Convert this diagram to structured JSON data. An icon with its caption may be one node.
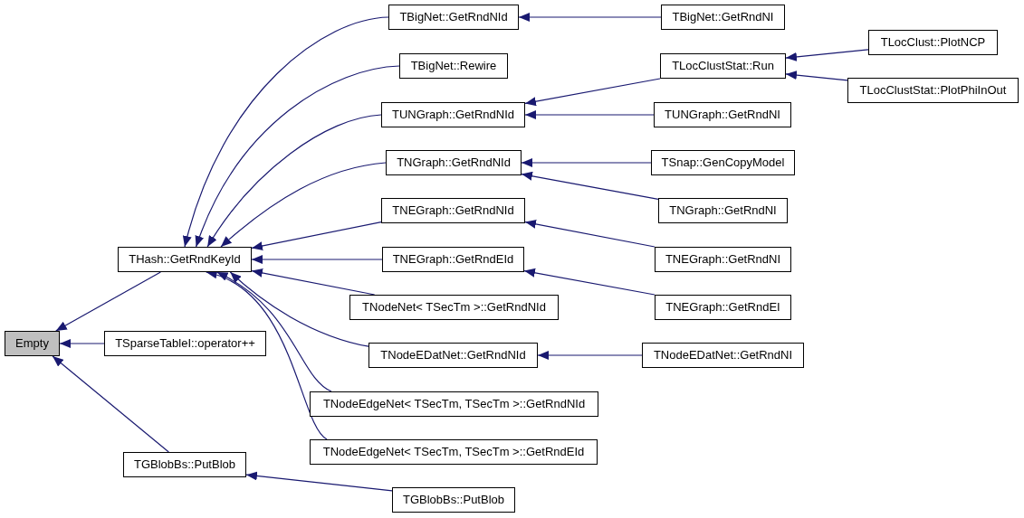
{
  "diagram": {
    "nodes": [
      {
        "text": [
          "Empty"
        ]
      },
      {
        "text": [
          "THash::GetRndKeyId"
        ]
      },
      {
        "text": [
          "TSparseTableI::operator++"
        ]
      },
      {
        "text": [
          "TGBlobBs::PutBlob"
        ]
      },
      {
        "text": [
          "TBigNet::GetRndNId"
        ]
      },
      {
        "text": [
          "TBigNet::Rewire"
        ]
      },
      {
        "text": [
          "TUNGraph::GetRndNId"
        ]
      },
      {
        "text": [
          "TNGraph::GetRndNId"
        ]
      },
      {
        "text": [
          "TNEGraph::GetRndNId"
        ]
      },
      {
        "text": [
          "TNEGraph::GetRndEId"
        ]
      },
      {
        "text": [
          "TNodeNet< TSecTm >::GetRndNId"
        ]
      },
      {
        "text": [
          "TNodeEDatNet::GetRndNId"
        ]
      },
      {
        "text": [
          "TNodeEdgeNet< TSecTm, TSecTm >::GetRndNId"
        ]
      },
      {
        "text": [
          "TNodeEdgeNet< TSecTm, TSecTm >::GetRndEId"
        ]
      },
      {
        "text": [
          "TGBlobBs::PutBlob"
        ]
      },
      {
        "text": [
          "TBigNet::GetRndNI"
        ]
      },
      {
        "text": [
          "TLocClustStat::Run"
        ]
      },
      {
        "text": [
          "TLocClust::PlotNCP"
        ]
      },
      {
        "text": [
          "TLocClustStat::PlotPhiInOut"
        ]
      },
      {
        "text": [
          "TUNGraph::GetRndNI"
        ]
      },
      {
        "text": [
          "TSnap::GenCopyModel"
        ]
      },
      {
        "text": [
          "TNGraph::GetRndNI"
        ]
      },
      {
        "text": [
          "TNEGraph::GetRndNI"
        ]
      },
      {
        "text": [
          "TNEGraph::GetRndEI"
        ]
      },
      {
        "text": [
          "TNodeEDatNet::GetRndNI"
        ]
      }
    ],
    "edges": [
      {
        "from": 1,
        "to": 0,
        "arrow": "to"
      },
      {
        "from": 2,
        "to": 0,
        "arrow": "to"
      },
      {
        "from": 3,
        "to": 0,
        "arrow": "to"
      },
      {
        "from": 4,
        "to": 1,
        "arrow": "to"
      },
      {
        "from": 5,
        "to": 1,
        "arrow": "to"
      },
      {
        "from": 6,
        "to": 1,
        "arrow": "to"
      },
      {
        "from": 7,
        "to": 1,
        "arrow": "to"
      },
      {
        "from": 8,
        "to": 1,
        "arrow": "to"
      },
      {
        "from": 9,
        "to": 1,
        "arrow": "to"
      },
      {
        "from": 10,
        "to": 1,
        "arrow": "to"
      },
      {
        "from": 11,
        "to": 1,
        "arrow": "to"
      },
      {
        "from": 12,
        "to": 1,
        "arrow": "to"
      },
      {
        "from": 13,
        "to": 1,
        "arrow": "to"
      },
      {
        "from": 14,
        "to": 3,
        "arrow": "to"
      },
      {
        "from": 15,
        "to": 4,
        "arrow": "to"
      },
      {
        "from": 16,
        "to": 6,
        "arrow": "to"
      },
      {
        "from": 19,
        "to": 6,
        "arrow": "to"
      },
      {
        "from": 20,
        "to": 7,
        "arrow": "to"
      },
      {
        "from": 21,
        "to": 7,
        "arrow": "to"
      },
      {
        "from": 22,
        "to": 8,
        "arrow": "to"
      },
      {
        "from": 23,
        "to": 9,
        "arrow": "to"
      },
      {
        "from": 24,
        "to": 11,
        "arrow": "to"
      },
      {
        "from": 17,
        "to": 16,
        "arrow": "to"
      },
      {
        "from": 18,
        "to": 16,
        "arrow": "to"
      }
    ]
  }
}
